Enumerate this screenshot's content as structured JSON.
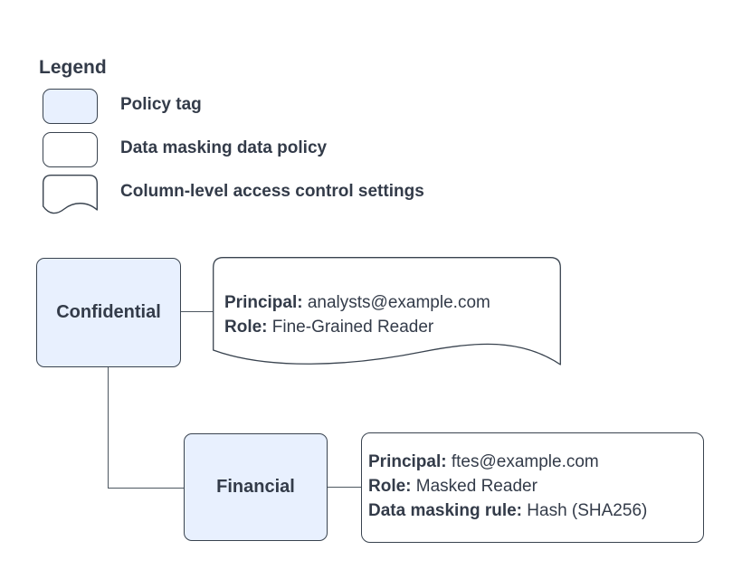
{
  "colors": {
    "background": "#ffffff",
    "policy_tag_fill": "#e8f0fe",
    "shape_border": "#39434f",
    "text": "#333b49",
    "connector": "#4d5760"
  },
  "legend": {
    "title": "Legend",
    "items": [
      {
        "shape": "policy-tag-swatch",
        "label": "Policy tag"
      },
      {
        "shape": "data-masking-policy-swatch",
        "label": "Data masking data policy"
      },
      {
        "shape": "column-access-swatch",
        "label": "Column-level access control settings"
      }
    ]
  },
  "diagram": {
    "nodes": [
      {
        "id": "confidential",
        "type": "policy-tag",
        "label": "Confidential"
      },
      {
        "id": "financial",
        "type": "policy-tag",
        "label": "Financial"
      }
    ],
    "confidential_settings": {
      "type": "column-level-access-control-settings",
      "lines": [
        {
          "label": "Principal:",
          "value": " analysts@example.com"
        },
        {
          "label": "Role:",
          "value": " Fine-Grained Reader"
        }
      ]
    },
    "financial_policy": {
      "type": "data-masking-data-policy",
      "lines": [
        {
          "label": "Principal:",
          "value": " ftes@example.com"
        },
        {
          "label": "Role:",
          "value": " Masked Reader"
        },
        {
          "label": "Data masking rule:",
          "value": " Hash (SHA256)"
        }
      ]
    }
  }
}
